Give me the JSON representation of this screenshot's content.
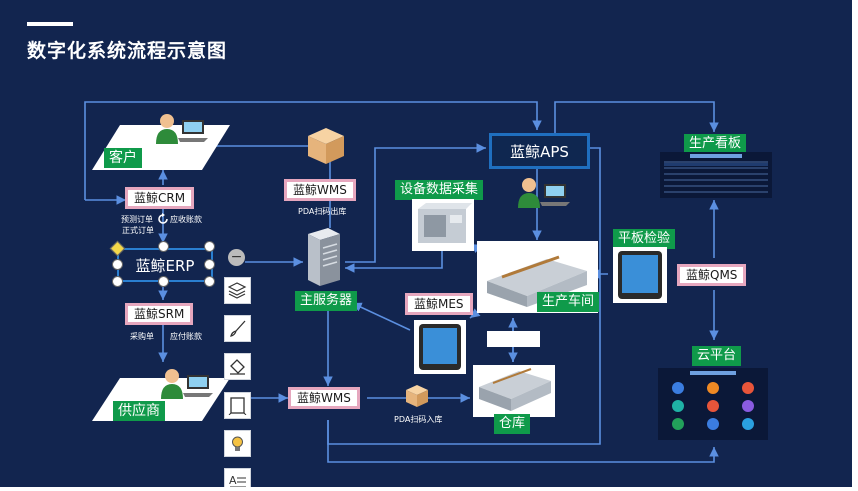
{
  "title": "数字化系统流程示意图",
  "nodes": {
    "customer": "客户",
    "supplier": "供应商",
    "main_server": "主服务器",
    "aps": "蓝鲸APS",
    "erp": "蓝鲸ERP",
    "crm": "蓝鲸CRM",
    "srm": "蓝鲸SRM",
    "wms_out": "蓝鲸WMS",
    "wms_in": "蓝鲸WMS",
    "mes": "蓝鲸MES",
    "qms": "蓝鲸QMS",
    "device_collect": "设备数据采集",
    "workshop": "生产车间",
    "warehouse": "仓库",
    "board": "生产看板",
    "tablet_check": "平板检验",
    "cloud": "云平台"
  },
  "annotations": {
    "forecast_order": "预测订单",
    "formal_order": "正式订单",
    "receivable": "应收账款",
    "purchase_order": "采购单",
    "payable": "应付账款",
    "pda_out": "PDA扫码出库",
    "pda_in": "PDA扫码入库"
  },
  "colors": {
    "background": "#12254f",
    "line": "#5b8fe0",
    "label_green": "#0f9a4a",
    "label_pink_border": "#e6a7be",
    "aps_border": "#1f6fbf"
  },
  "icons": [
    "person-laptop-icon",
    "server-icon",
    "package-icon",
    "tablet-icon",
    "factory-icon",
    "warehouse-icon",
    "machine-icon",
    "dashboard-icon",
    "cloud-platform-icon",
    "layers-icon",
    "brush-icon",
    "fill-icon",
    "frame-icon",
    "bulb-icon",
    "text-format-icon",
    "minus-icon"
  ]
}
